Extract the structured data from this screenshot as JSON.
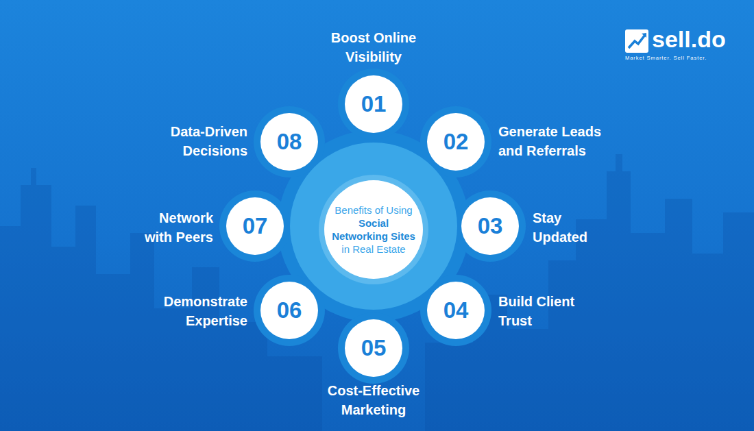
{
  "diagram": {
    "nodes": [
      {
        "text": [
          "Benefits of Using",
          "Social Networking Sites",
          "in Real Estate"
        ]
      },
      {
        "text": [
          "01",
          "Boost Online Visibility"
        ]
      },
      {
        "text": [
          "02",
          "Generate Leads and Referrals"
        ]
      },
      {
        "text": [
          "03",
          "Stay Updated"
        ]
      },
      {
        "text": [
          "04",
          "Build Client Trust"
        ]
      },
      {
        "text": [
          "05",
          "Cost-Effective Marketing"
        ]
      },
      {
        "text": [
          "06",
          "Demonstrate Expertise"
        ]
      },
      {
        "text": [
          "07",
          "Network with Peers"
        ]
      },
      {
        "text": [
          "08",
          "Data-Driven Decisions"
        ]
      }
    ],
    "labels": [
      "sell.do",
      "Market Smarter. Sell Faster."
    ]
  }
}
